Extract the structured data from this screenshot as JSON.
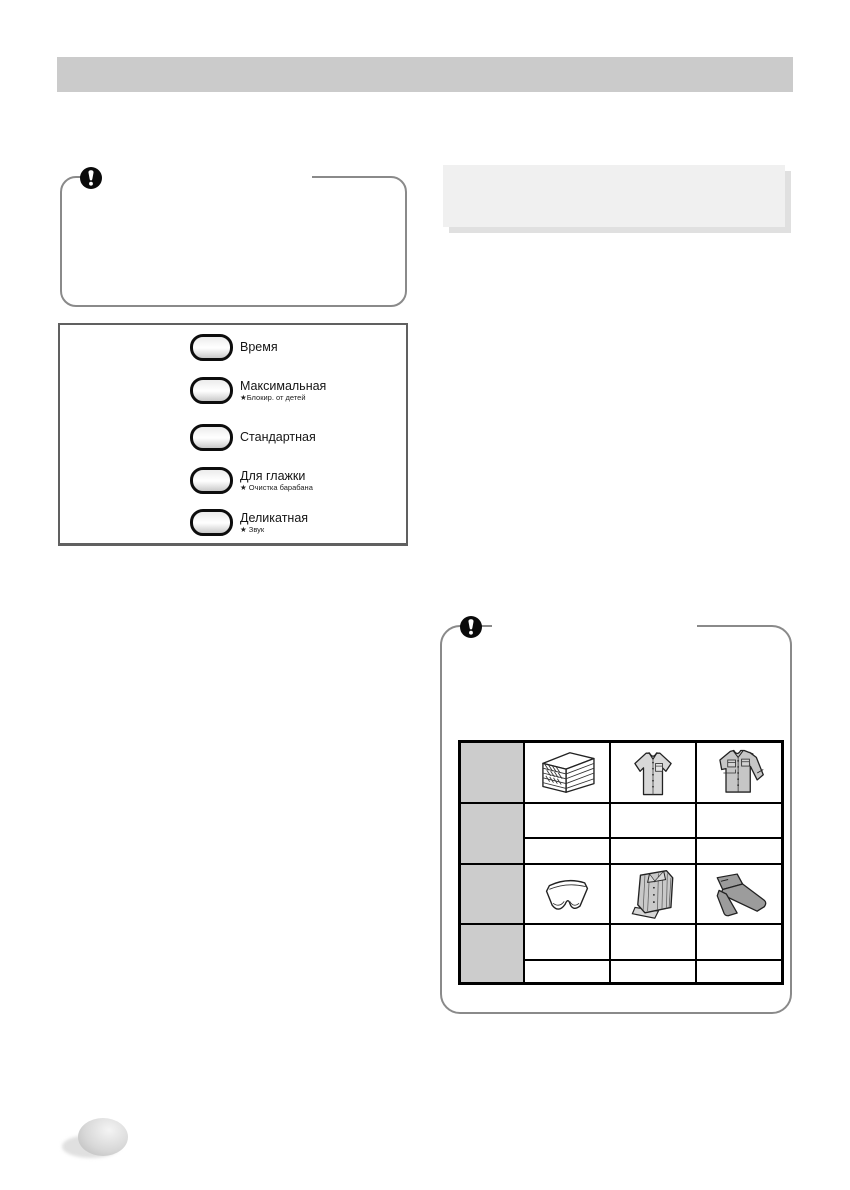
{
  "colors": {
    "header_bar": "#cbcbcb",
    "notice_border": "#8a8a8a",
    "highlight_box_bg": "#f0f0f0",
    "highlight_box_shadow": "#e0e0e0",
    "table_header_cell_bg": "#cccccc",
    "table_border": "#000000",
    "button_pill_border": "#0d0d0d"
  },
  "header": {
    "bar_text": ""
  },
  "icons": {
    "notice_top": "exclamation-icon",
    "notice_bottom": "exclamation-icon",
    "footer": "page-number-bubble"
  },
  "control_panel": {
    "buttons": [
      {
        "label": "Время",
        "sublabel": ""
      },
      {
        "label": "Максимальная",
        "sublabel": "★Блокир. от детей"
      },
      {
        "label": "Стандартная",
        "sublabel": ""
      },
      {
        "label": "Для глажки",
        "sublabel": "★ Очистка барабана"
      },
      {
        "label": "Деликатная",
        "sublabel": "★ Звук"
      }
    ]
  },
  "notice_table": {
    "columns": 4,
    "rows": [
      {
        "kind": "images",
        "cells": [
          "",
          "folded-linens",
          "short-sleeve-shirt",
          "long-sleeve-shirt"
        ]
      },
      {
        "kind": "empty",
        "cells": [
          "",
          "",
          "",
          ""
        ]
      },
      {
        "kind": "empty",
        "cells": [
          "",
          "",
          "",
          ""
        ]
      },
      {
        "kind": "images",
        "cells": [
          "",
          "briefs",
          "striped-pajamas",
          "trousers"
        ]
      },
      {
        "kind": "empty",
        "cells": [
          "",
          "",
          "",
          ""
        ]
      },
      {
        "kind": "empty",
        "cells": [
          "",
          "",
          "",
          ""
        ]
      }
    ]
  }
}
